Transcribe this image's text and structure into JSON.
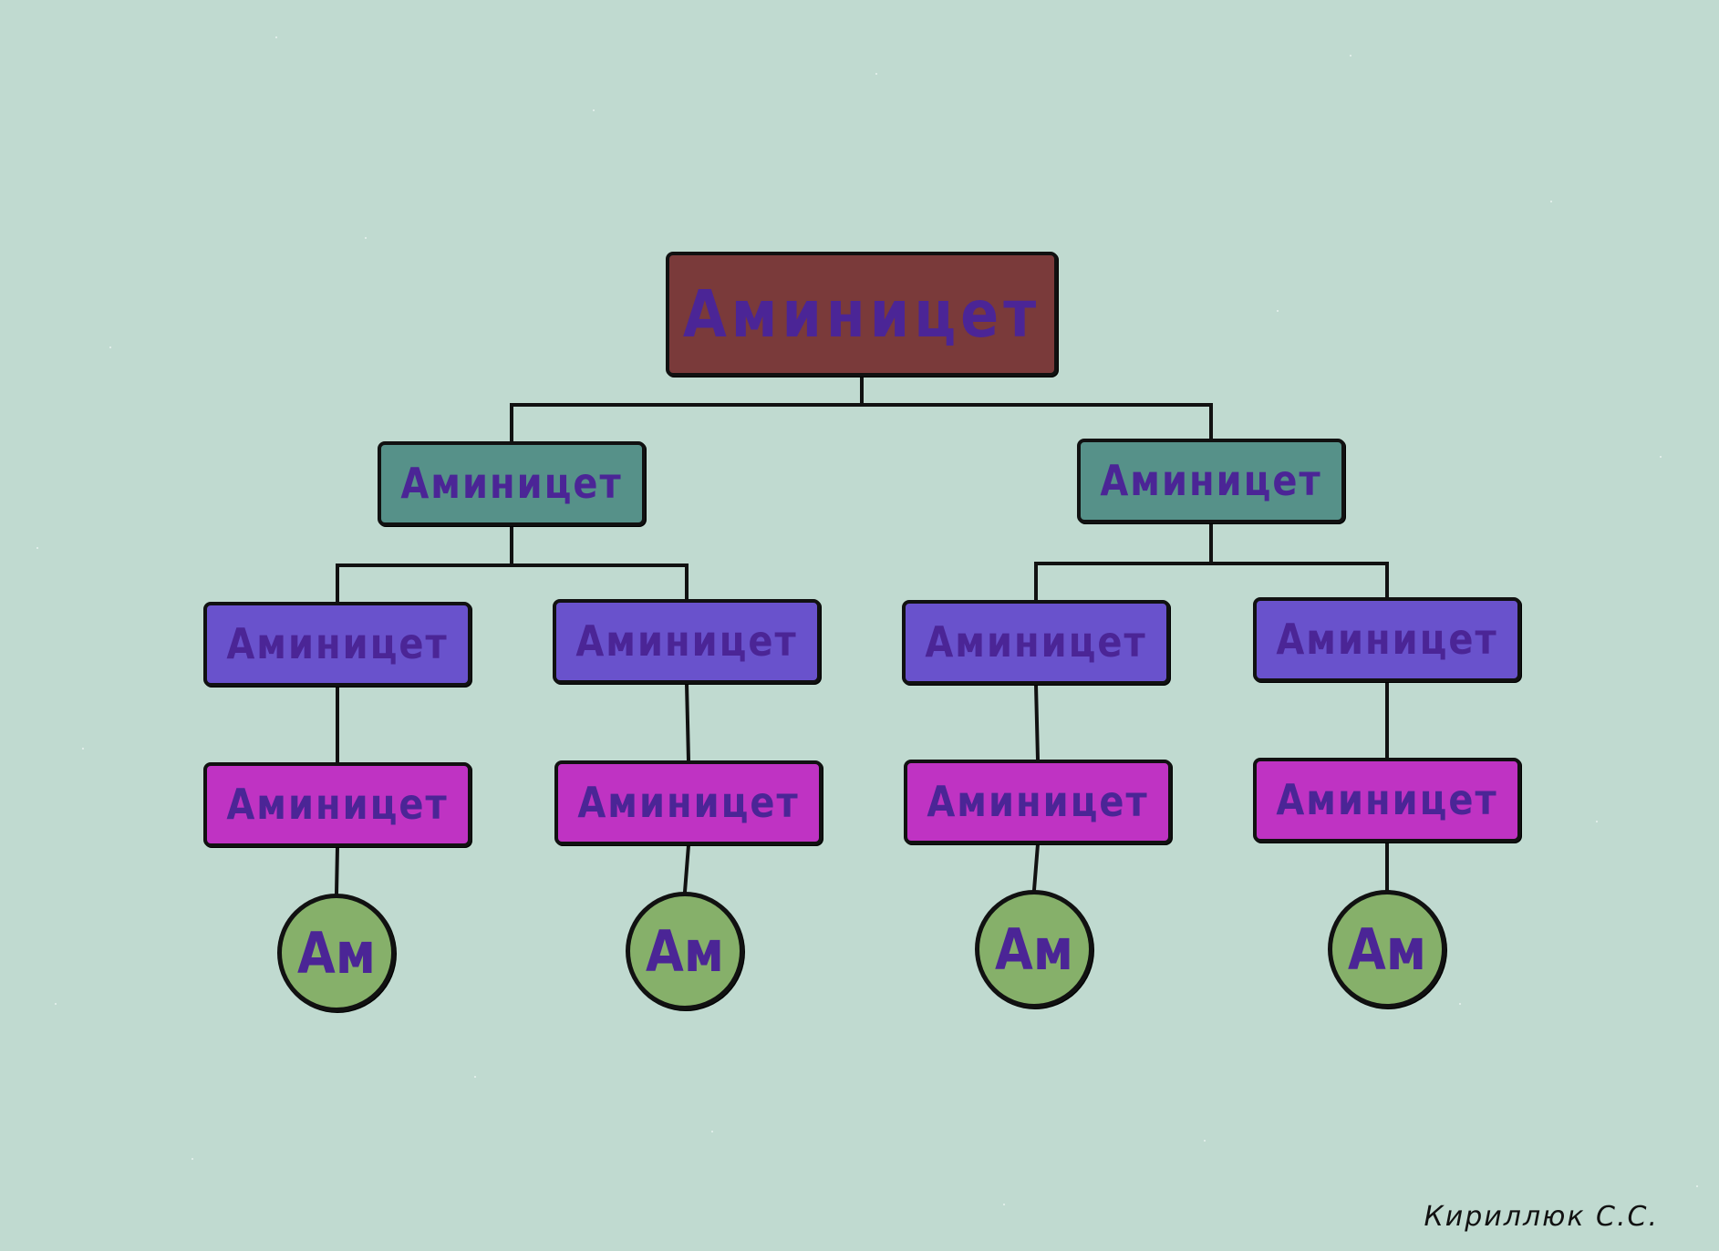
{
  "colors": {
    "background": "#c0dad0",
    "root_fill": "#7a3a3a",
    "level1_fill": "#569189",
    "level2_fill": "#6952cc",
    "level3_fill": "#bf33c3",
    "leaf_fill": "#86b06a",
    "label_color": "#4b2596",
    "line_color": "#111111"
  },
  "diagram": {
    "root": {
      "label": "Аминицет"
    },
    "branches": [
      {
        "label": "Аминицет",
        "children": [
          {
            "label": "Аминицет",
            "sub": {
              "label": "Аминицет",
              "leaf": {
                "label": "Ам"
              }
            }
          },
          {
            "label": "Аминицет",
            "sub": {
              "label": "Аминицет",
              "leaf": {
                "label": "Ам"
              }
            }
          }
        ]
      },
      {
        "label": "Аминицет",
        "children": [
          {
            "label": "Аминицет",
            "sub": {
              "label": "Аминицет",
              "leaf": {
                "label": "Ам"
              }
            }
          },
          {
            "label": "Аминицет",
            "sub": {
              "label": "Аминицет",
              "leaf": {
                "label": "Ам"
              }
            }
          }
        ]
      }
    ]
  },
  "signature": "Кириллюк С.С."
}
